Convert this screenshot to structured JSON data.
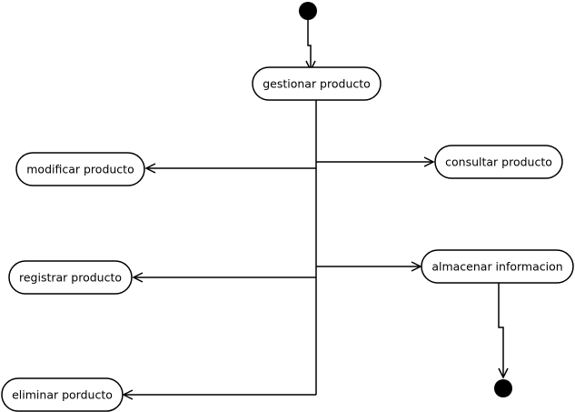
{
  "diagram": {
    "type": "uml-activity",
    "nodes": {
      "start": {
        "kind": "initial"
      },
      "gestionar": {
        "kind": "activity",
        "label": "gestionar producto"
      },
      "modificar": {
        "kind": "activity",
        "label": "modificar producto"
      },
      "consultar": {
        "kind": "activity",
        "label": "consultar producto"
      },
      "registrar": {
        "kind": "activity",
        "label": "registrar producto"
      },
      "almacenar": {
        "kind": "activity",
        "label": "almacenar informacion"
      },
      "eliminar": {
        "kind": "activity",
        "label": "eliminar porducto"
      },
      "end": {
        "kind": "final"
      }
    },
    "edges": [
      {
        "from": "start",
        "to": "gestionar"
      },
      {
        "from": "gestionar",
        "to": "modificar"
      },
      {
        "from": "gestionar",
        "to": "consultar"
      },
      {
        "from": "gestionar",
        "to": "registrar"
      },
      {
        "from": "gestionar",
        "to": "almacenar"
      },
      {
        "from": "gestionar",
        "to": "eliminar"
      },
      {
        "from": "almacenar",
        "to": "end"
      }
    ]
  }
}
